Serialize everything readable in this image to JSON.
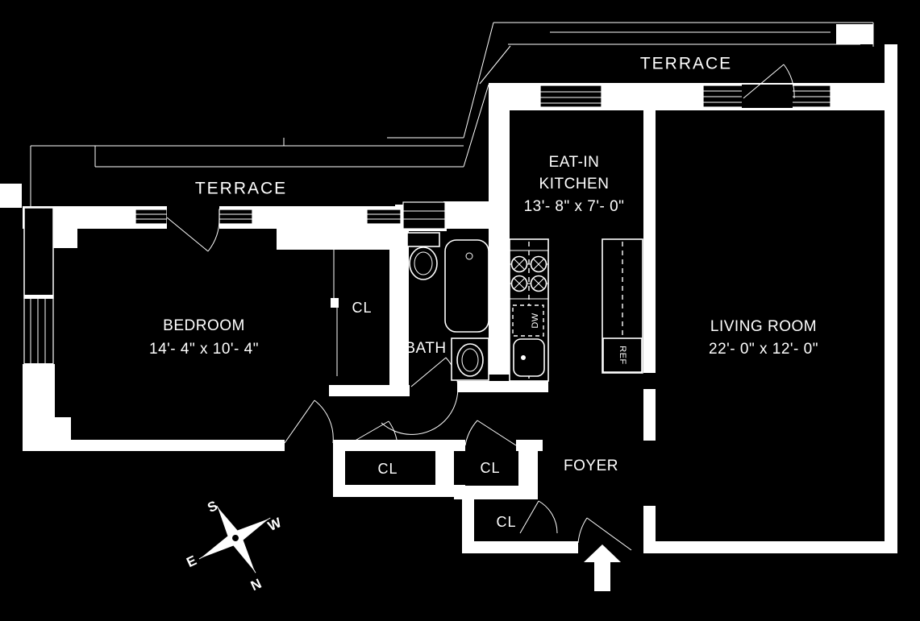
{
  "plan": {
    "terrace_top": {
      "label": "TERRACE"
    },
    "terrace_left": {
      "label": "TERRACE"
    },
    "rooms": {
      "kitchen": {
        "name_line1": "EAT-IN",
        "name_line2": "KITCHEN",
        "dims": "13'- 8\" x 7'- 0\""
      },
      "living_room": {
        "name": "LIVING ROOM",
        "dims": "22'- 0\" x 12'- 0\""
      },
      "bedroom": {
        "name": "BEDROOM",
        "dims": "14'- 4\" x 10'- 4\""
      },
      "bath": {
        "name": "BATH"
      },
      "foyer": {
        "name": "FOYER"
      }
    },
    "closets": {
      "bedroom_closet": "CL",
      "hall_closet_left": "CL",
      "hall_closet_middle": "CL",
      "foyer_closet": "CL"
    },
    "appliances": {
      "dishwasher": "DW",
      "refrigerator": "REF"
    },
    "compass": {
      "north": "N",
      "south": "S",
      "east": "E",
      "west": "W"
    },
    "colors": {
      "background": "#000000",
      "line": "#ffffff"
    }
  }
}
